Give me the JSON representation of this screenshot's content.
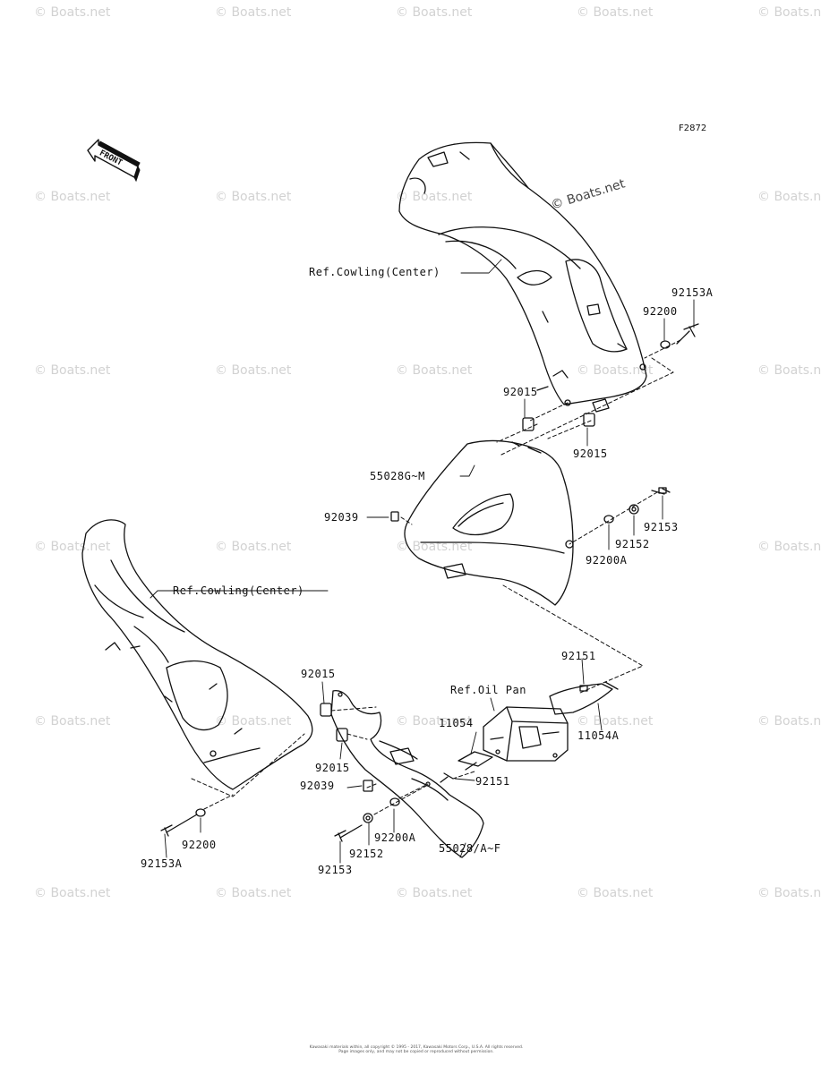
{
  "figure_code": "F2872",
  "direction_label": "FRONT",
  "watermark": "© Boats.net",
  "copyright": {
    "line1": "Kawasaki materials within, all copyright © 1995 - 2017, Kawasaki Motors Corp., U.S.A. All rights reserved.",
    "line2": "Page images only, and may not be copied or reproduced without permission."
  },
  "labels": {
    "ref_cowling_center_upper": "Ref.Cowling(Center)",
    "p92153A_upper": "92153A",
    "p92200_upper": "92200",
    "p92015_a": "92015",
    "p92015_b": "92015",
    "p55028G_M": "55028G~M",
    "p92039_upper": "92039",
    "p92153_right": "92153",
    "p92152_right": "92152",
    "p92200A_right": "92200A",
    "ref_cowling_center_lower": "Ref.Cowling(Center)",
    "p92015_c": "92015",
    "p92015_d": "92015",
    "p92039_lower": "92039",
    "ref_oil_pan": "Ref.Oil Pan",
    "p92151_a": "92151",
    "p92151_b": "92151",
    "p11054": "11054",
    "p11054A": "11054A",
    "p92200_lower": "92200",
    "p92153A_lower": "92153A",
    "p92200A_lower": "92200A",
    "p92152_lower": "92152",
    "p92153_lower": "92153",
    "p55028_A_F": "55028/A~F"
  }
}
